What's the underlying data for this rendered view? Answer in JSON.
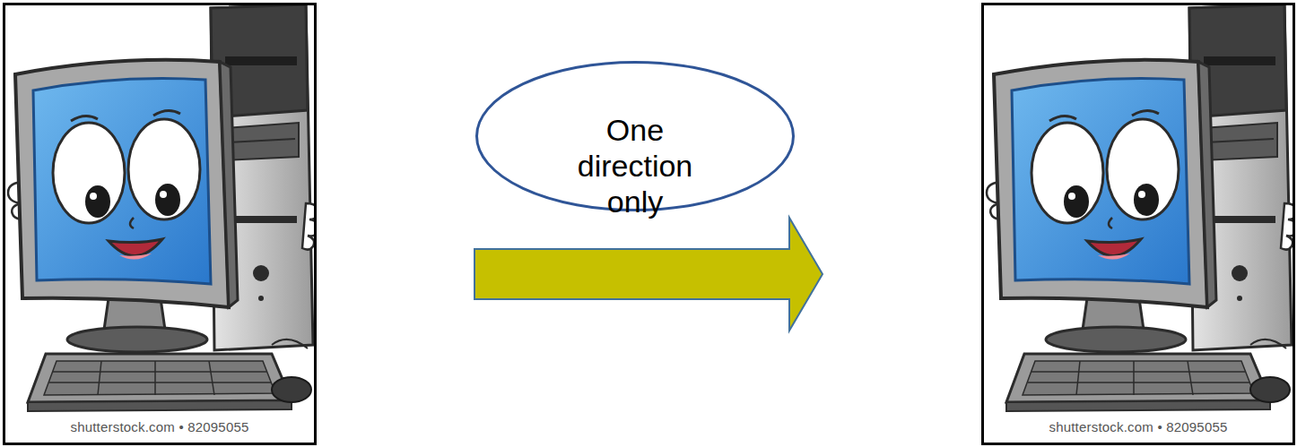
{
  "diagram": {
    "nodes": [
      {
        "text": [
          "shutterstock.com • 82095055"
        ]
      },
      {
        "text": [
          "One direction only"
        ]
      },
      {
        "text": [
          "shutterstock.com • 82095055"
        ]
      }
    ],
    "edges": [
      {
        "from": 0,
        "to": 2,
        "arrow": "to"
      }
    ]
  }
}
